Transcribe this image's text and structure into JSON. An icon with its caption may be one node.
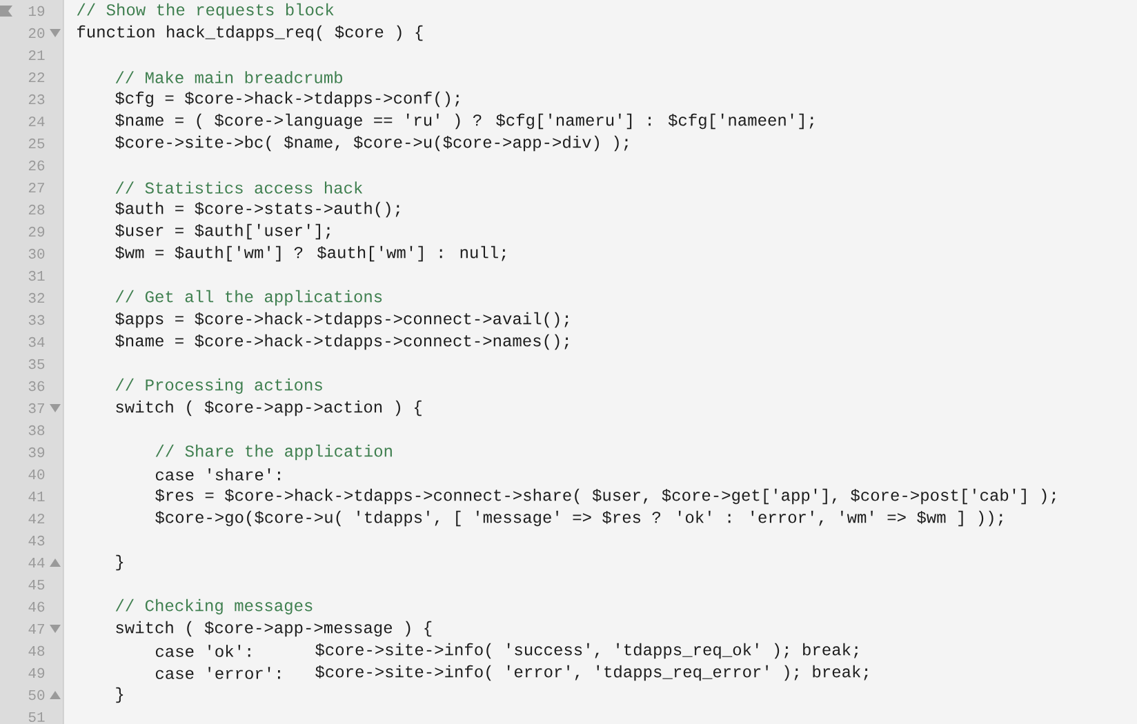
{
  "diagram": {
    "labels": [
      "19",
      "// Show the requests block",
      "20",
      "function hack_tdapps_req( $core ) {",
      "21",
      "22",
      "// Make main breadcrumb",
      "23",
      "$cfg = $core->hack->tdapps->conf();",
      "24",
      "$name = ( $core->language == 'ru' ) ? $cfg['nameru'] : $cfg['nameen'];",
      "25",
      "$core->site->bc( $name, $core->u($core->app->div) );",
      "26",
      "27",
      "// Statistics access hack",
      "28",
      "$auth = $core->stats->auth();",
      "29",
      "$user = $auth['user'];",
      "30",
      "$wm = $auth['wm'] ? $auth['wm'] : null;",
      "31",
      "32",
      "// Get all the applications",
      "33",
      "$apps = $core->hack->tdapps->connect->avail();",
      "34",
      "$name = $core->hack->tdapps->connect->names();",
      "35",
      "36",
      "// Processing actions",
      "37",
      "switch ( $core->app->action ) {",
      "38",
      "39",
      "// Share the application",
      "40",
      "case 'share':",
      "41",
      "$res = $core->hack->tdapps->connect->share( $user, $core->get['app'], $core->post['cab'] );",
      "42",
      "$core->go($core->u( 'tdapps', [ 'message' => $res ? 'ok' : 'error', 'wm' => $wm ] ));",
      "43",
      "44",
      "}",
      "45",
      "46",
      "// Checking messages",
      "47",
      "switch ( $core->app->message ) {",
      "48",
      "case 'ok':",
      "$core->site->info( 'success', 'tdapps_req_ok' ); break;",
      "49",
      "case 'error':",
      "$core->site->info( 'error', 'tdapps_req_error' ); break;",
      "50",
      "}",
      "51"
    ]
  }
}
